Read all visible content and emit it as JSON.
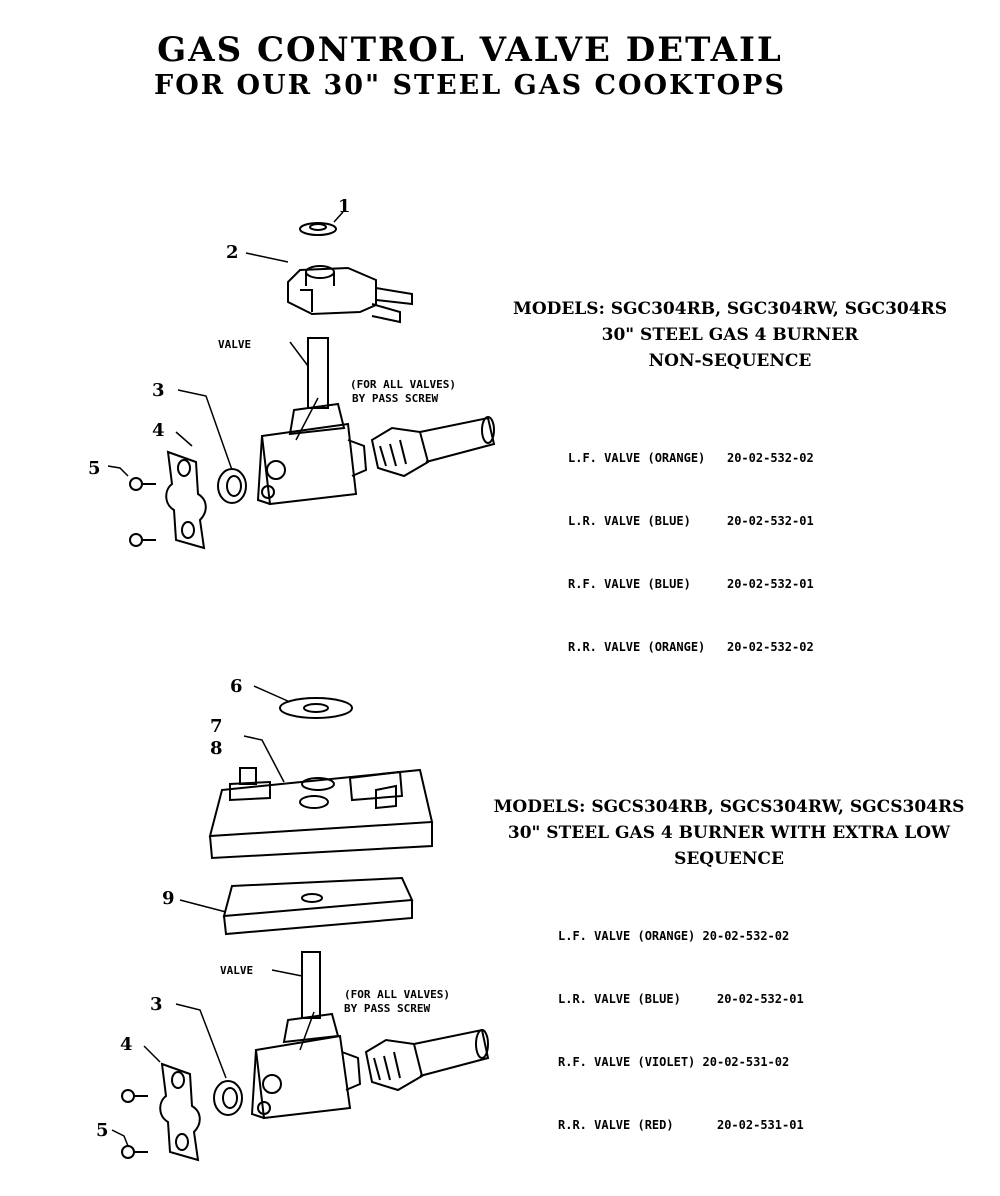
{
  "header": {
    "title": "GAS CONTROL VALVE DETAIL",
    "subtitle": "FOR OUR 30\" STEEL GAS COOKTOPS"
  },
  "section1": {
    "models_line": "MODELS: SGC304RB, SGC304RW, SGC304RS",
    "desc_line": "30\" STEEL GAS 4 BURNER",
    "type_line": "NON-SEQUENCE",
    "valves": [
      {
        "pos": "L.F. VALVE",
        "color": "(ORANGE)",
        "part": "20-02-532-02"
      },
      {
        "pos": "L.R. VALVE",
        "color": "(BLUE)",
        "part": "20-02-532-01"
      },
      {
        "pos": "R.F. VALVE",
        "color": "(BLUE)",
        "part": "20-02-532-01"
      },
      {
        "pos": "R.R. VALVE",
        "color": "(ORANGE)",
        "part": "20-02-532-02"
      }
    ],
    "callouts": {
      "n1": "1",
      "n2": "2",
      "n3": "3",
      "n4": "4",
      "n5": "5"
    },
    "valve_label": "VALVE",
    "bypass_label_1": "(FOR ALL VALVES)",
    "bypass_label_2": "BY PASS SCREW"
  },
  "section2": {
    "models_line": "MODELS: SGCS304RB, SGCS304RW, SGCS304RS",
    "desc_line": "30\" STEEL GAS 4 BURNER WITH EXTRA LOW",
    "type_line": "SEQUENCE",
    "valves": [
      {
        "pos": "L.F. VALVE",
        "color": "(ORANGE)",
        "part": "20-02-532-02"
      },
      {
        "pos": "L.R. VALVE",
        "color": "(BLUE)",
        "part": "20-02-532-01"
      },
      {
        "pos": "R.F. VALVE",
        "color": "(VIOLET)",
        "part": "20-02-531-02"
      },
      {
        "pos": "R.R. VALVE",
        "color": "(RED)",
        "part": "20-02-531-01"
      }
    ],
    "callouts": {
      "n6": "6",
      "n7": "7",
      "n8": "8",
      "n9": "9",
      "n3": "3",
      "n4": "4",
      "n5": "5"
    },
    "valve_label": "VALVE",
    "bypass_label_1": "(FOR ALL VALVES)",
    "bypass_label_2": "BY PASS SCREW"
  }
}
